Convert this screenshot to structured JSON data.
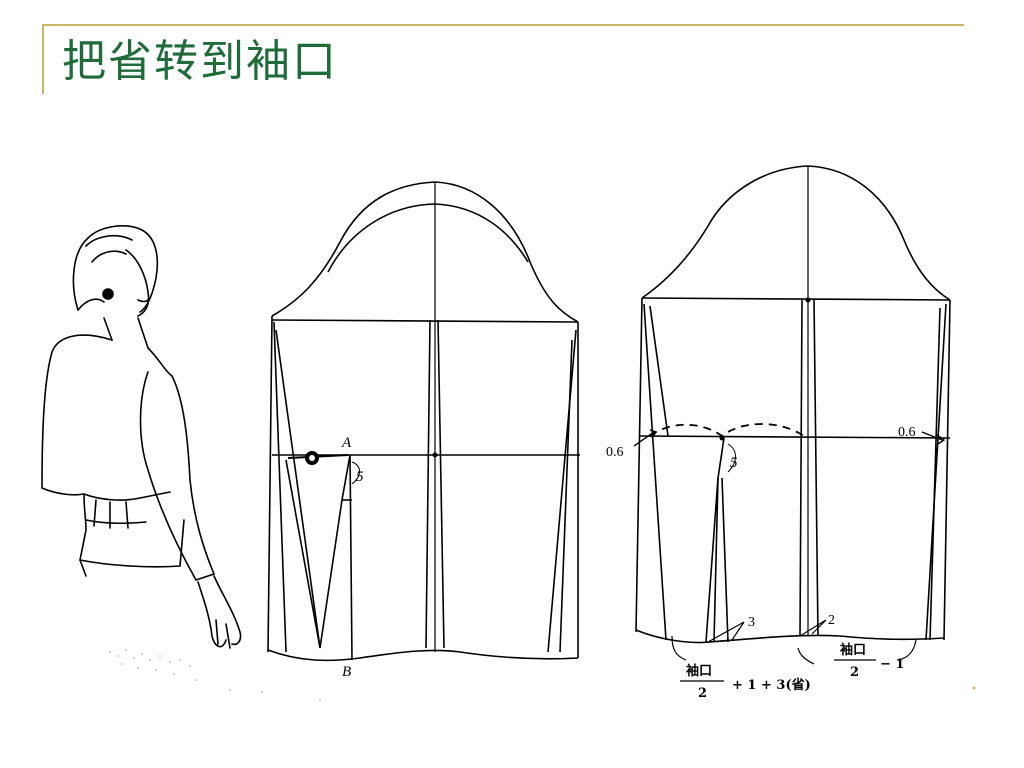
{
  "slide": {
    "title": "把省转到袖口",
    "accent_color": "#c9b56a",
    "title_color": "#1f6b3a"
  },
  "figure_left": {
    "point_a": "A",
    "point_b": "B",
    "dart_length": "5"
  },
  "figure_right": {
    "offset_left": "0.6",
    "offset_right": "0.6",
    "dart_length": "5",
    "dart_width": "3",
    "gap": "2",
    "cuff_formula_left": {
      "numerator": "袖口",
      "denominator": "2",
      "suffix": "+ 1 + 3(省)"
    },
    "cuff_formula_right": {
      "numerator": "袖口",
      "denominator": "2",
      "suffix": "− 1"
    }
  }
}
